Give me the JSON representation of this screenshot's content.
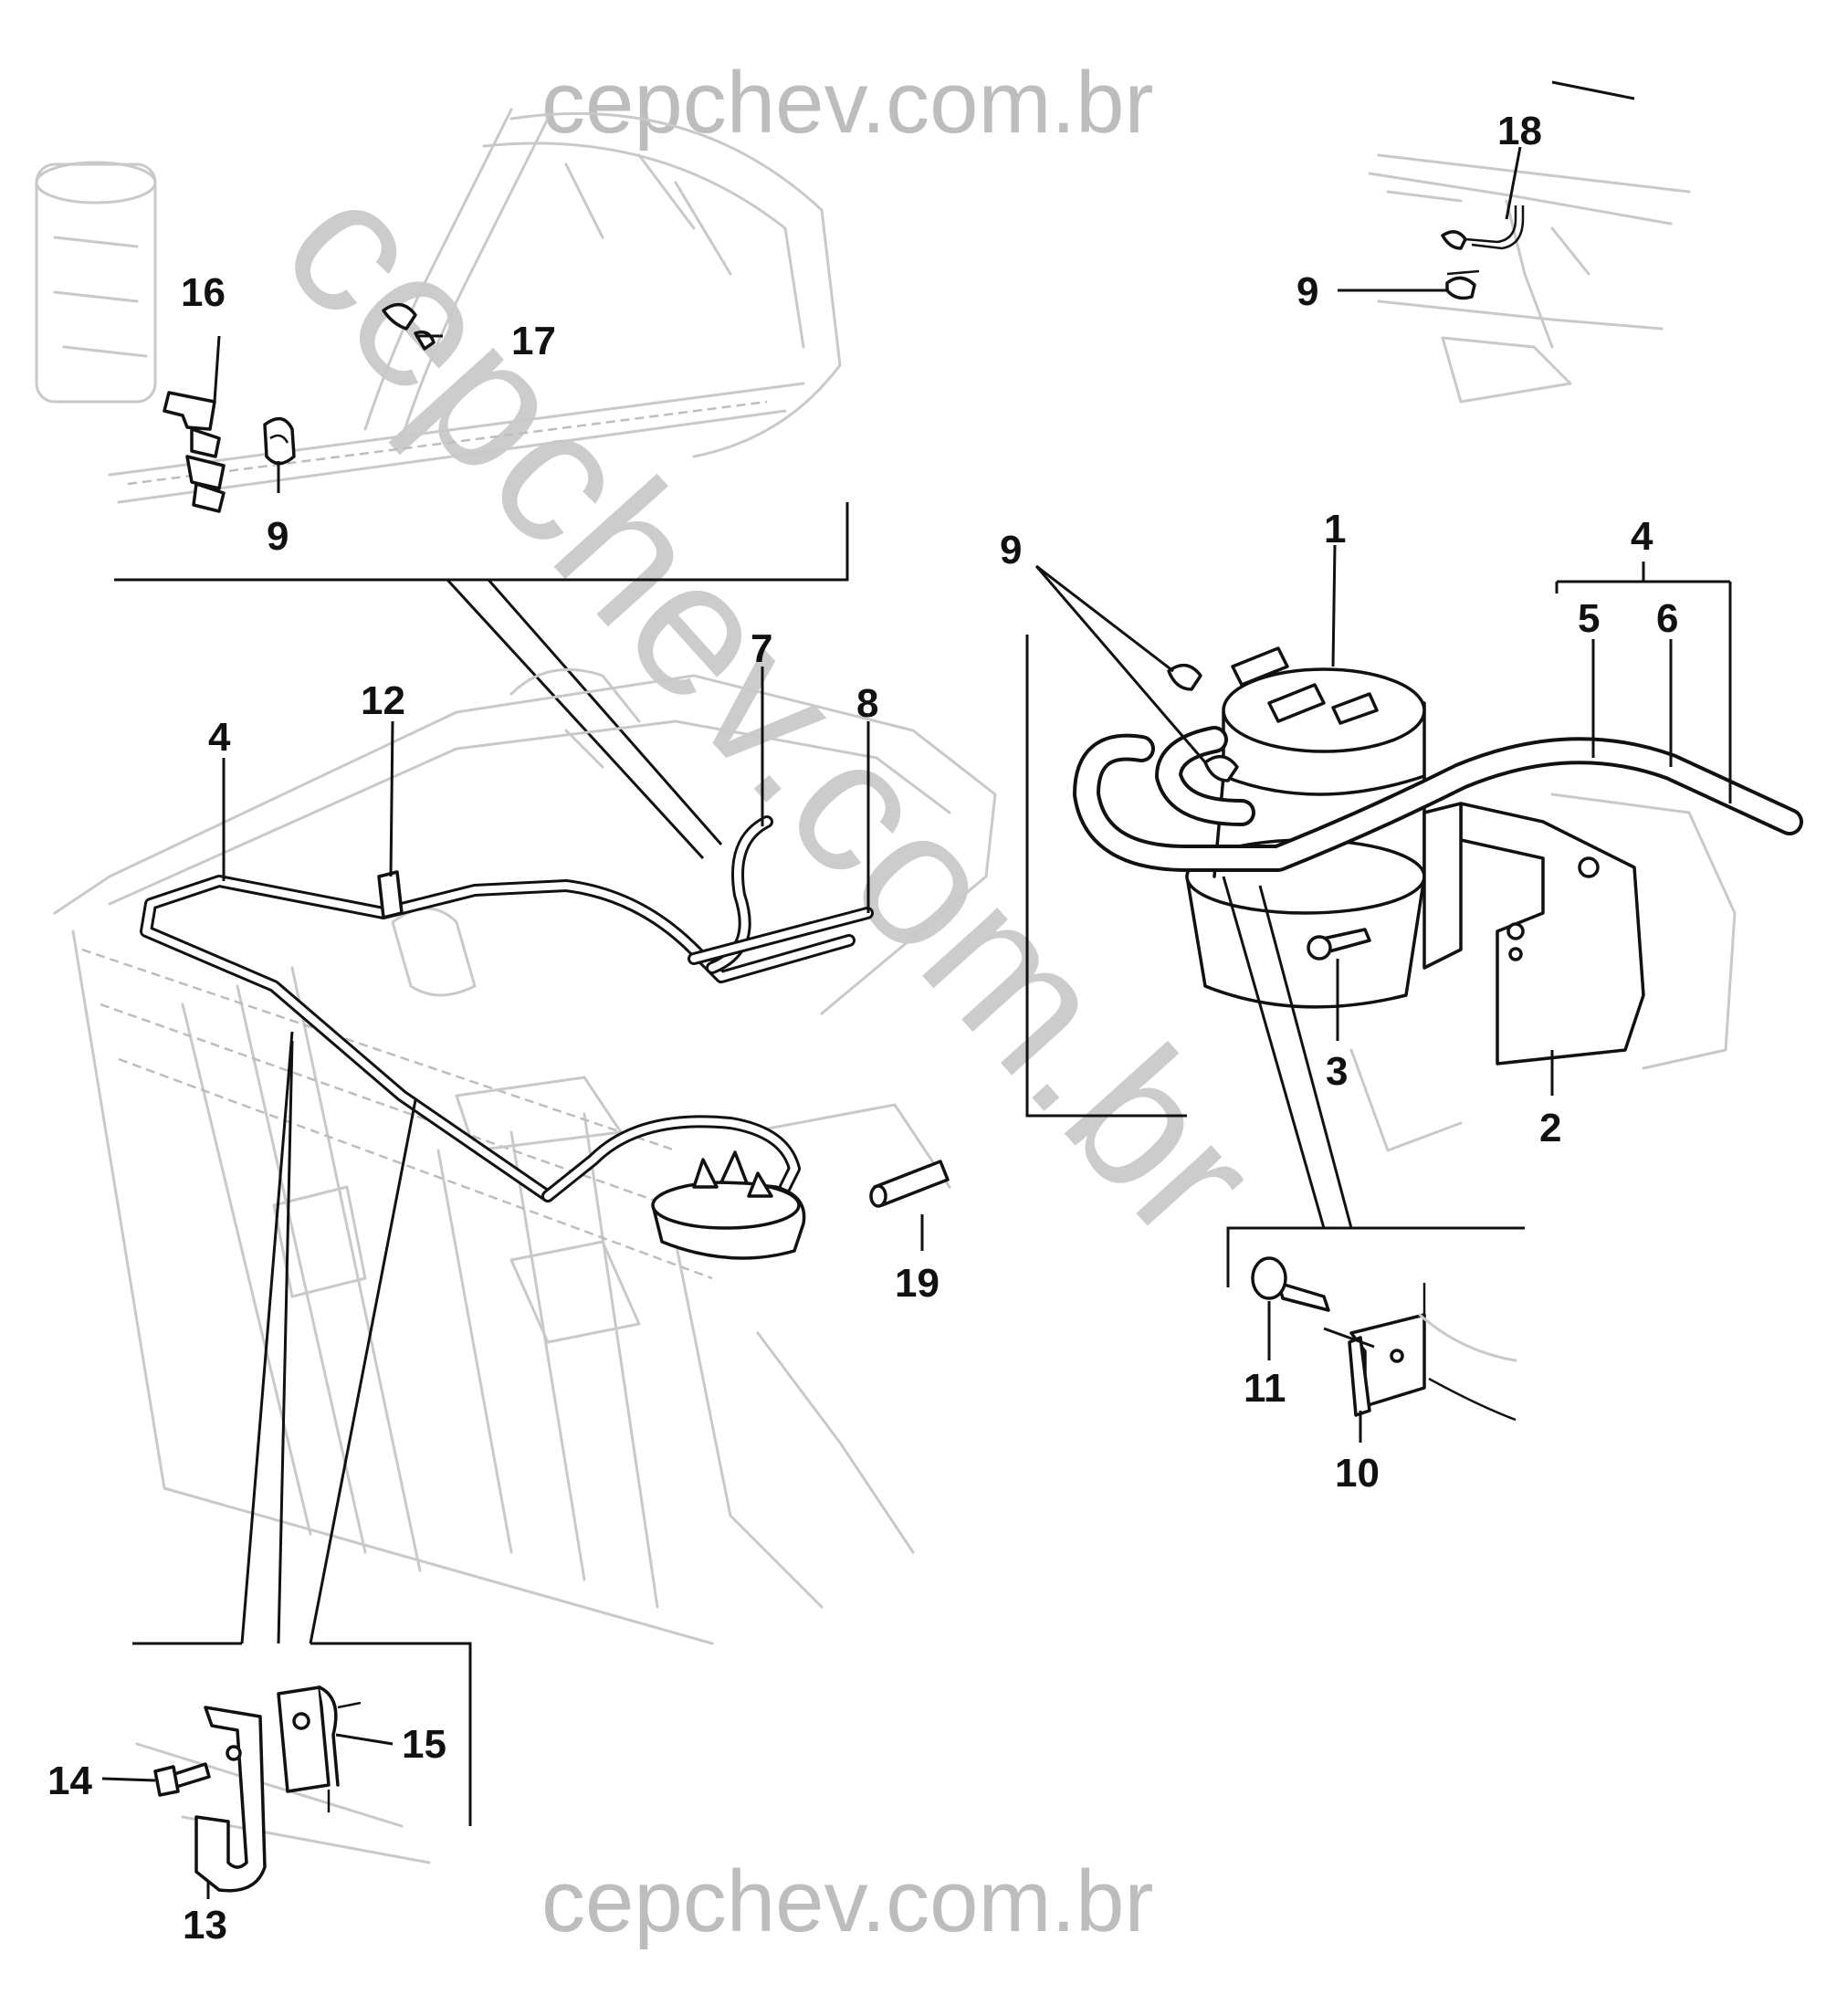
{
  "watermarks": {
    "top": "cepchev.com.br",
    "bottom": "cepchev.com.br",
    "diagonal": "cepchev.com.br"
  },
  "callouts": {
    "p1": "1",
    "p2": "2",
    "p3": "3",
    "p4_main": "4",
    "p4_right": "4",
    "p5": "5",
    "p6": "6",
    "p7": "7",
    "p8": "8",
    "p9_top": "9",
    "p9_upper_left": "9",
    "p9_canister": "9",
    "p10": "10",
    "p11": "11",
    "p12": "12",
    "p13": "13",
    "p14": "14",
    "p15": "15",
    "p16": "16",
    "p17": "17",
    "p18": "18",
    "p19": "19"
  },
  "colors": {
    "line": "#111111",
    "sketch": "#c9c9c9",
    "watermark": "#bdbdbd"
  }
}
